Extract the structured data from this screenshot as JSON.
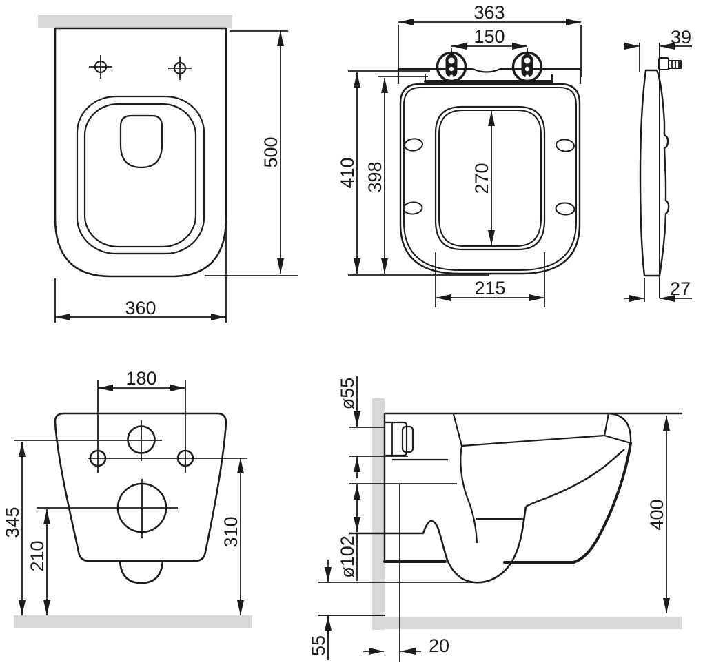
{
  "drawing": {
    "background": "#ffffff",
    "line_color": "#1c1c1c",
    "surface_color": "#d8d8d8",
    "views": {
      "bowl_front": {
        "width": "360",
        "height": "500"
      },
      "seat_top": {
        "width": "363",
        "hinge_spacing": "150",
        "lid_depth": "410",
        "seat_depth": "398",
        "opening_depth": "270",
        "opening_width": "215"
      },
      "seat_side": {
        "top_offset": "39",
        "bottom_offset": "27"
      },
      "bowl_rear": {
        "bolt_spacing": "180",
        "inlet_center_height": "345",
        "outlet_center_height": "210",
        "bolt_height": "310"
      },
      "bowl_section": {
        "inlet_diameter": "ø55",
        "outlet_diameter": "ø102",
        "rim_height": "400",
        "bottom_clearance": "55",
        "outlet_wall_offset": "20"
      }
    }
  }
}
